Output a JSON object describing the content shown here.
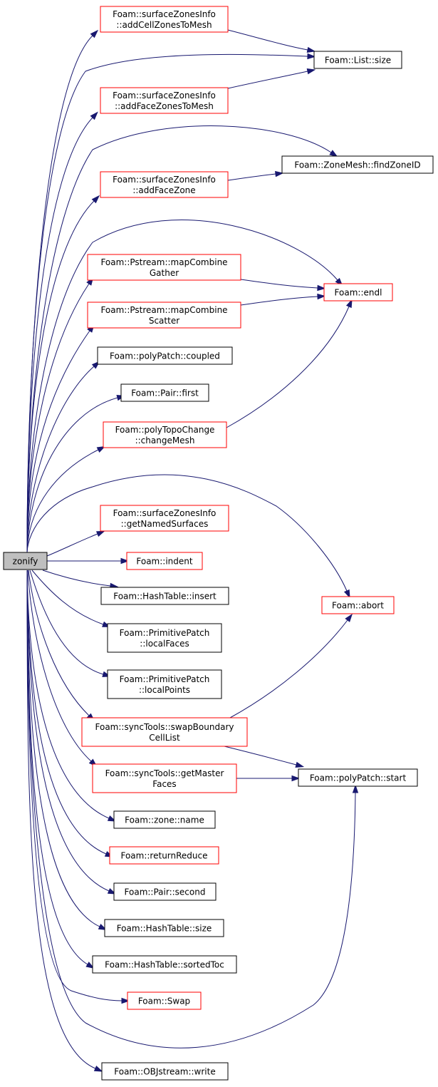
{
  "colors": {
    "edge": "#191970",
    "black_border": "#000000",
    "red_border": "#ff0000",
    "root_fill": "#bfbfbf"
  },
  "nodes": [
    {
      "id": "zonify",
      "lines": [
        "zonify"
      ],
      "style": "root"
    },
    {
      "id": "addCellZonesToMesh",
      "lines": [
        "Foam::surfaceZonesInfo",
        "::addCellZonesToMesh"
      ],
      "style": "red"
    },
    {
      "id": "listSize",
      "lines": [
        "Foam::List::size"
      ],
      "style": "black"
    },
    {
      "id": "addFaceZonesToMesh",
      "lines": [
        "Foam::surfaceZonesInfo",
        "::addFaceZonesToMesh"
      ],
      "style": "red"
    },
    {
      "id": "findZoneID",
      "lines": [
        "Foam::ZoneMesh::findZoneID"
      ],
      "style": "black"
    },
    {
      "id": "addFaceZone",
      "lines": [
        "Foam::surfaceZonesInfo",
        "::addFaceZone"
      ],
      "style": "red"
    },
    {
      "id": "mapCombineGather",
      "lines": [
        "Foam::Pstream::mapCombine",
        "Gather"
      ],
      "style": "red"
    },
    {
      "id": "endl",
      "lines": [
        "Foam::endl"
      ],
      "style": "red"
    },
    {
      "id": "mapCombineScatter",
      "lines": [
        "Foam::Pstream::mapCombine",
        "Scatter"
      ],
      "style": "red"
    },
    {
      "id": "coupled",
      "lines": [
        "Foam::polyPatch::coupled"
      ],
      "style": "black"
    },
    {
      "id": "pairFirst",
      "lines": [
        "Foam::Pair::first"
      ],
      "style": "black"
    },
    {
      "id": "changeMesh",
      "lines": [
        "Foam::polyTopoChange",
        "::changeMesh"
      ],
      "style": "red"
    },
    {
      "id": "getNamedSurfaces",
      "lines": [
        "Foam::surfaceZonesInfo",
        "::getNamedSurfaces"
      ],
      "style": "red"
    },
    {
      "id": "indent",
      "lines": [
        "Foam::indent"
      ],
      "style": "red"
    },
    {
      "id": "insert",
      "lines": [
        "Foam::HashTable::insert"
      ],
      "style": "black"
    },
    {
      "id": "abort",
      "lines": [
        "Foam::abort"
      ],
      "style": "red"
    },
    {
      "id": "localFaces",
      "lines": [
        "Foam::PrimitivePatch",
        "::localFaces"
      ],
      "style": "black"
    },
    {
      "id": "localPoints",
      "lines": [
        "Foam::PrimitivePatch",
        "::localPoints"
      ],
      "style": "black"
    },
    {
      "id": "swapBoundaryCellList",
      "lines": [
        "Foam::syncTools::swapBoundary",
        "CellList"
      ],
      "style": "red"
    },
    {
      "id": "getMasterFaces",
      "lines": [
        "Foam::syncTools::getMaster",
        "Faces"
      ],
      "style": "red"
    },
    {
      "id": "polyPatchStart",
      "lines": [
        "Foam::polyPatch::start"
      ],
      "style": "black"
    },
    {
      "id": "zoneName",
      "lines": [
        "Foam::zone::name"
      ],
      "style": "black"
    },
    {
      "id": "returnReduce",
      "lines": [
        "Foam::returnReduce"
      ],
      "style": "red"
    },
    {
      "id": "pairSecond",
      "lines": [
        "Foam::Pair::second"
      ],
      "style": "black"
    },
    {
      "id": "hashTableSize",
      "lines": [
        "Foam::HashTable::size"
      ],
      "style": "black"
    },
    {
      "id": "sortedToc",
      "lines": [
        "Foam::HashTable::sortedToc"
      ],
      "style": "black"
    },
    {
      "id": "swap",
      "lines": [
        "Foam::Swap"
      ],
      "style": "red"
    },
    {
      "id": "objWrite",
      "lines": [
        "Foam::OBJstream::write"
      ],
      "style": "black"
    }
  ],
  "edges": [
    {
      "from": "zonify",
      "to": "addCellZonesToMesh"
    },
    {
      "from": "zonify",
      "to": "listSize"
    },
    {
      "from": "zonify",
      "to": "addFaceZonesToMesh"
    },
    {
      "from": "zonify",
      "to": "findZoneID"
    },
    {
      "from": "zonify",
      "to": "addFaceZone"
    },
    {
      "from": "zonify",
      "to": "endl"
    },
    {
      "from": "zonify",
      "to": "mapCombineGather"
    },
    {
      "from": "zonify",
      "to": "mapCombineScatter"
    },
    {
      "from": "zonify",
      "to": "coupled"
    },
    {
      "from": "zonify",
      "to": "pairFirst"
    },
    {
      "from": "zonify",
      "to": "changeMesh"
    },
    {
      "from": "zonify",
      "to": "abort"
    },
    {
      "from": "zonify",
      "to": "getNamedSurfaces"
    },
    {
      "from": "zonify",
      "to": "indent"
    },
    {
      "from": "zonify",
      "to": "insert"
    },
    {
      "from": "zonify",
      "to": "localFaces"
    },
    {
      "from": "zonify",
      "to": "localPoints"
    },
    {
      "from": "zonify",
      "to": "swapBoundaryCellList"
    },
    {
      "from": "zonify",
      "to": "getMasterFaces"
    },
    {
      "from": "zonify",
      "to": "zoneName"
    },
    {
      "from": "zonify",
      "to": "returnReduce"
    },
    {
      "from": "zonify",
      "to": "pairSecond"
    },
    {
      "from": "zonify",
      "to": "hashTableSize"
    },
    {
      "from": "zonify",
      "to": "sortedToc"
    },
    {
      "from": "zonify",
      "to": "swap"
    },
    {
      "from": "zonify",
      "to": "polyPatchStart"
    },
    {
      "from": "zonify",
      "to": "objWrite"
    },
    {
      "from": "addCellZonesToMesh",
      "to": "listSize"
    },
    {
      "from": "addFaceZonesToMesh",
      "to": "listSize"
    },
    {
      "from": "addFaceZone",
      "to": "findZoneID"
    },
    {
      "from": "mapCombineGather",
      "to": "endl"
    },
    {
      "from": "mapCombineScatter",
      "to": "endl"
    },
    {
      "from": "changeMesh",
      "to": "endl"
    },
    {
      "from": "swapBoundaryCellList",
      "to": "abort"
    },
    {
      "from": "swapBoundaryCellList",
      "to": "polyPatchStart"
    },
    {
      "from": "getMasterFaces",
      "to": "polyPatchStart"
    }
  ]
}
